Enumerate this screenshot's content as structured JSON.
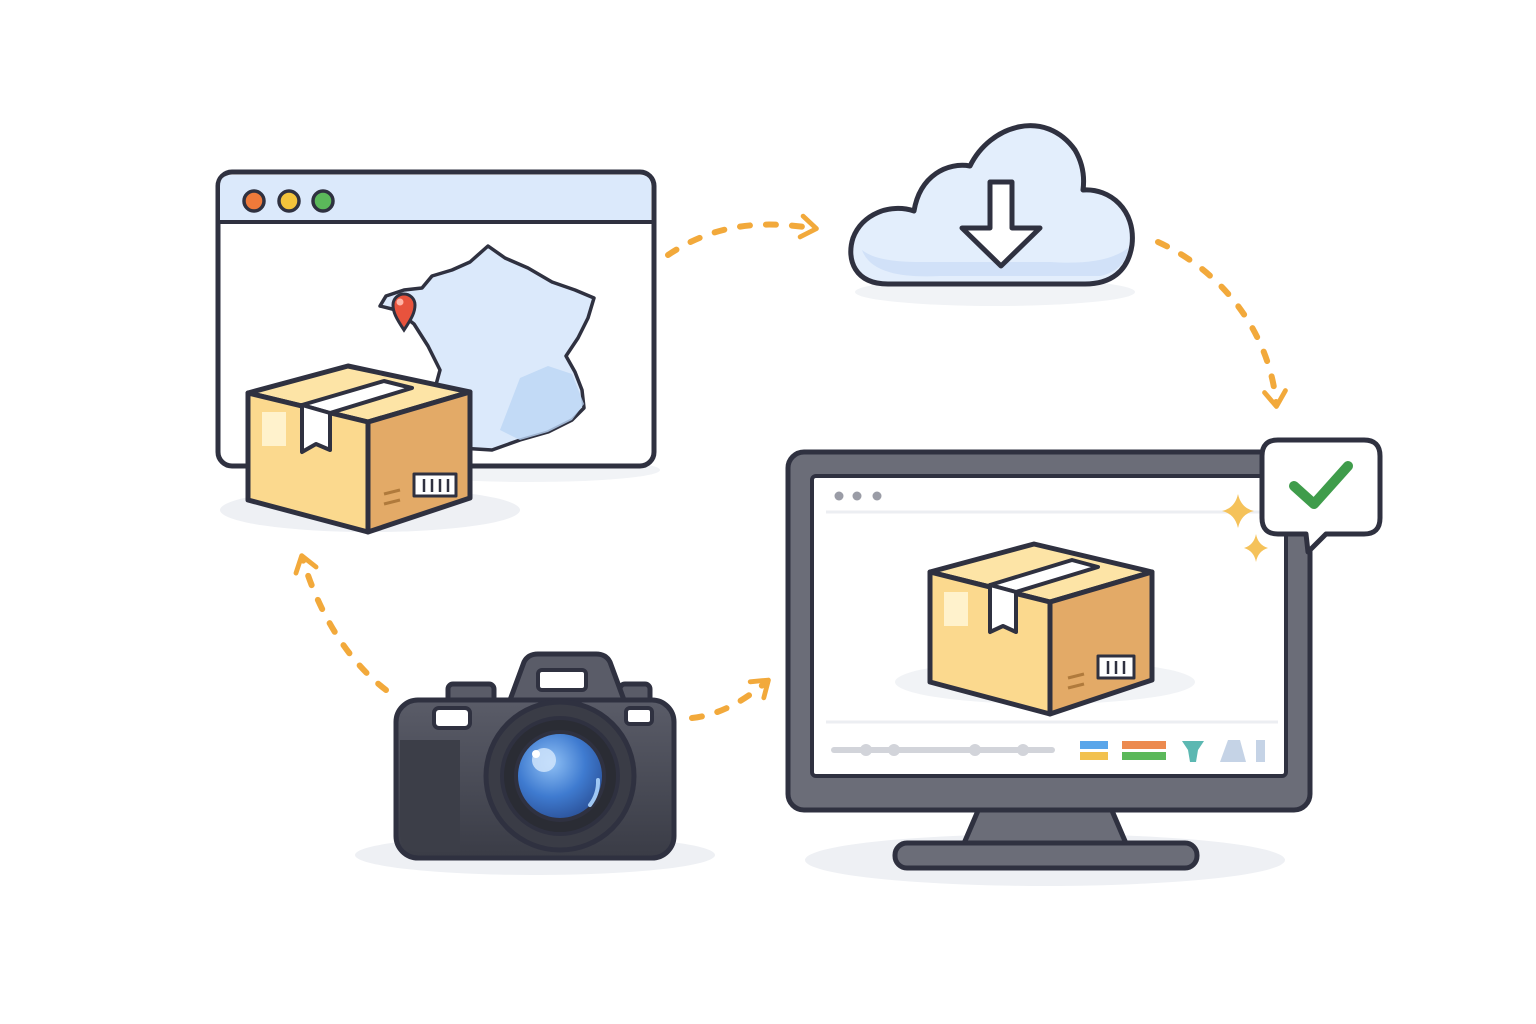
{
  "diagram": {
    "nodes": [
      {
        "id": "browser-map",
        "icon": "browser-map-package-icon"
      },
      {
        "id": "cloud-download",
        "icon": "cloud-download-icon"
      },
      {
        "id": "monitor-preview",
        "icon": "monitor-package-preview-icon"
      },
      {
        "id": "camera",
        "icon": "camera-icon"
      }
    ],
    "flow": [
      {
        "from": "browser-map",
        "to": "cloud-download"
      },
      {
        "from": "cloud-download",
        "to": "monitor-preview"
      },
      {
        "from": "camera",
        "to": "monitor-preview"
      },
      {
        "from": "camera",
        "to": "browser-map"
      }
    ],
    "colors": {
      "outline": "#2f3140",
      "arrow": "#f2a93b",
      "box_light": "#fbd98e",
      "box_dark": "#e0a866",
      "map_fill": "#dbe9fb",
      "cloud_fill": "#e3eefc",
      "check_green": "#3f9c4b",
      "pin_red": "#e8533d",
      "camera_body": "#4a4c57",
      "lens_blue": "#3f7bd0",
      "monitor_frame": "#6b6d78"
    }
  }
}
